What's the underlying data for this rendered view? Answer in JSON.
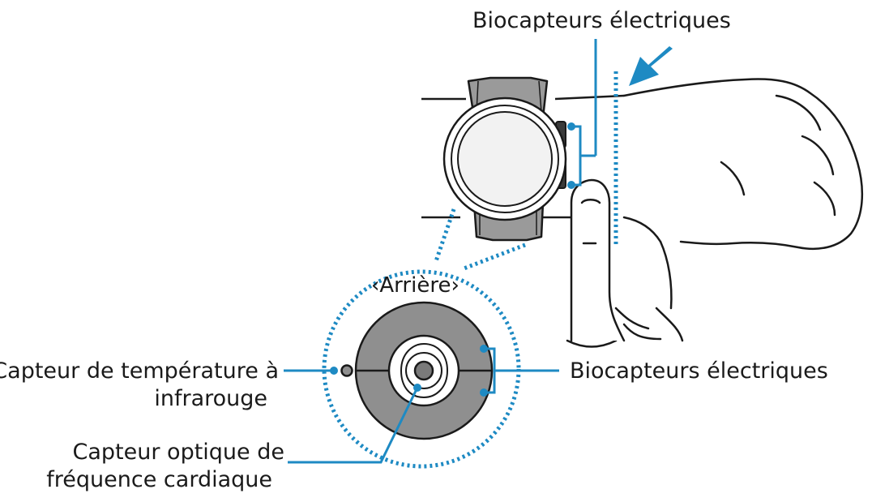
{
  "labels": {
    "top_sensor": "Biocapteurs électriques",
    "back_view": "‹Arrière›",
    "temp_sensor_line1": "Capteur de température à",
    "temp_sensor_line2": "infrarouge",
    "back_sensor": "Biocapteurs électriques",
    "hr_sensor_line1": "Capteur optique de",
    "hr_sensor_line2": "fréquence cardiaque"
  },
  "colors": {
    "accent": "#1e8ac3",
    "line": "#1a1a1a",
    "strap": "#9a9a9a",
    "sensor_ring": "#8f8f8f"
  },
  "icons": [
    "arrow-icon",
    "finger-icon"
  ]
}
